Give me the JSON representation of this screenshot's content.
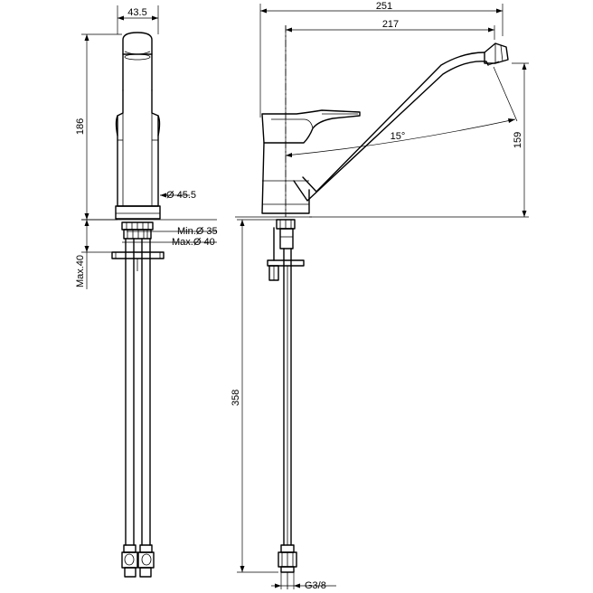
{
  "dimensions": {
    "width_top": "43.5",
    "height_body": "186",
    "base_diameter": "Ø 45.5",
    "hole_min": "Min.Ø 35",
    "hole_max": "Max.Ø 40",
    "deck_max": "Max.40",
    "overall_length": "251",
    "spout_reach": "217",
    "spout_angle": "15°",
    "spout_height": "159",
    "hose_length": "358",
    "thread": "G3/8"
  }
}
